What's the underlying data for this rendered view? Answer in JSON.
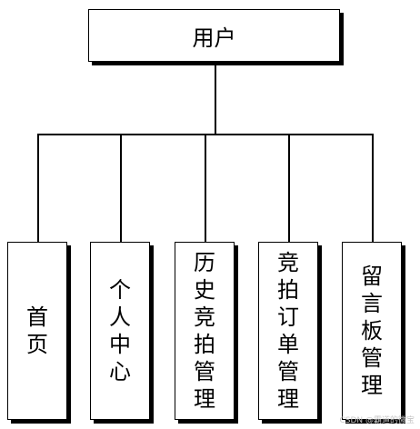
{
  "root": {
    "label": "用户"
  },
  "children": [
    {
      "label": "首页"
    },
    {
      "label": "个人中心"
    },
    {
      "label": "历史竞拍管理"
    },
    {
      "label": "竞拍订单管理"
    },
    {
      "label": "留言板管理"
    }
  ],
  "watermark": "CSDN @霸道的微宝",
  "colors": {
    "stroke": "#000000",
    "background": "#ffffff",
    "watermark": "#c8c8c8"
  }
}
